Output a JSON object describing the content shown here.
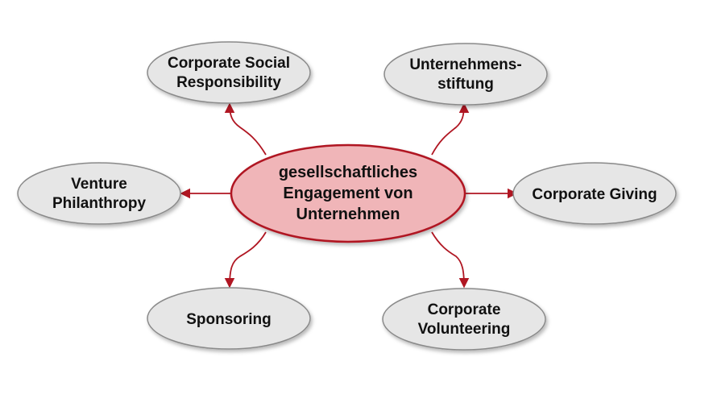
{
  "diagram": {
    "center": {
      "line1": "gesellschaftliches",
      "line2": "Engagement von",
      "line3": "Unternehmen"
    },
    "nodes": {
      "csr": {
        "line1": "Corporate Social",
        "line2": "Responsibility"
      },
      "stiftung": {
        "line1": "Unternehmens-",
        "line2": "stiftung"
      },
      "venture": {
        "line1": "Venture",
        "line2": "Philanthropy"
      },
      "giving": {
        "label": "Corporate Giving"
      },
      "sponsoring": {
        "label": "Sponsoring"
      },
      "volunteering": {
        "line1": "Corporate",
        "line2": "Volunteering"
      }
    },
    "colors": {
      "center_fill": "#f0b5b8",
      "center_stroke": "#b01622",
      "node_fill": "#e6e6e6",
      "node_stroke": "#8a8a8a",
      "arrow": "#b01622"
    }
  }
}
